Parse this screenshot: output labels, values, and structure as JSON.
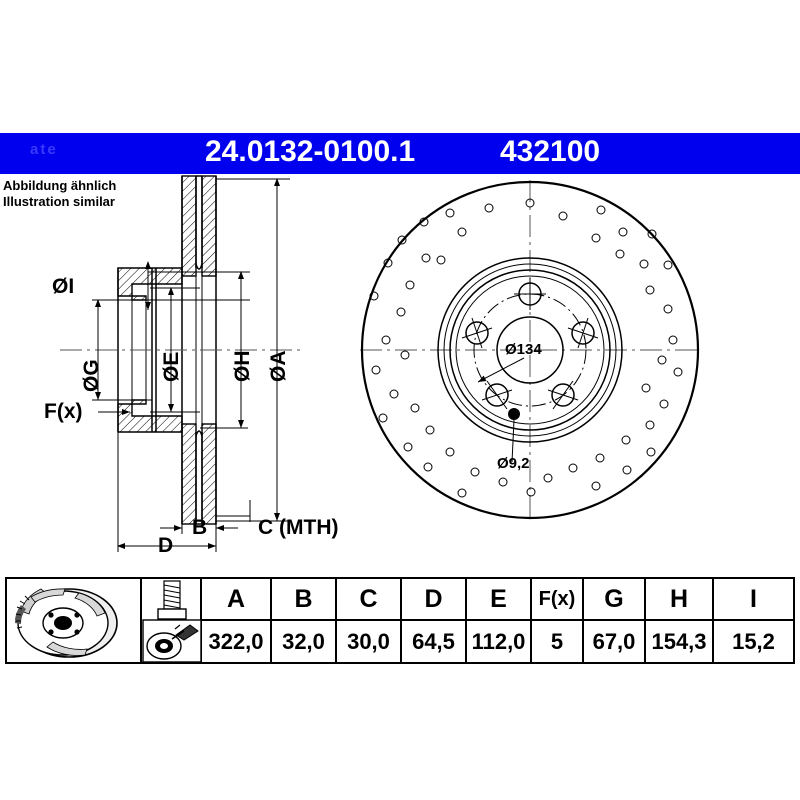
{
  "header": {
    "part_number": "24.0132-0100.1",
    "reference_number": "432100",
    "watermark": "ate",
    "bar_color": "#0000EE"
  },
  "note": {
    "line1": "Abbildung ähnlich",
    "line2": "Illustration similar"
  },
  "section_view": {
    "labels": {
      "i": "ØI",
      "g": "ØG",
      "e": "ØE",
      "h": "ØH",
      "a": "ØA",
      "fx": "F(x)",
      "b": "B",
      "c": "C (MTH)",
      "d": "D"
    }
  },
  "face_view": {
    "bolt_circle": "Ø134",
    "hole_diameter": "Ø9,2"
  },
  "table": {
    "icons": {
      "disc": "brake-disc-icon",
      "bolt": "bolt-icon",
      "mth": "thickness-gauge-icon"
    },
    "columns": [
      {
        "key": "A",
        "header": "A",
        "value": "322,0"
      },
      {
        "key": "B",
        "header": "B",
        "value": "32,0"
      },
      {
        "key": "C",
        "header": "C",
        "value": "30,0"
      },
      {
        "key": "D",
        "header": "D",
        "value": "64,5"
      },
      {
        "key": "E",
        "header": "E",
        "value": "112,0"
      },
      {
        "key": "F",
        "header": "F(x)",
        "value": "5"
      },
      {
        "key": "G",
        "header": "G",
        "value": "67,0"
      },
      {
        "key": "H",
        "header": "H",
        "value": "154,3"
      },
      {
        "key": "I",
        "header": "I",
        "value": "15,2"
      }
    ]
  }
}
